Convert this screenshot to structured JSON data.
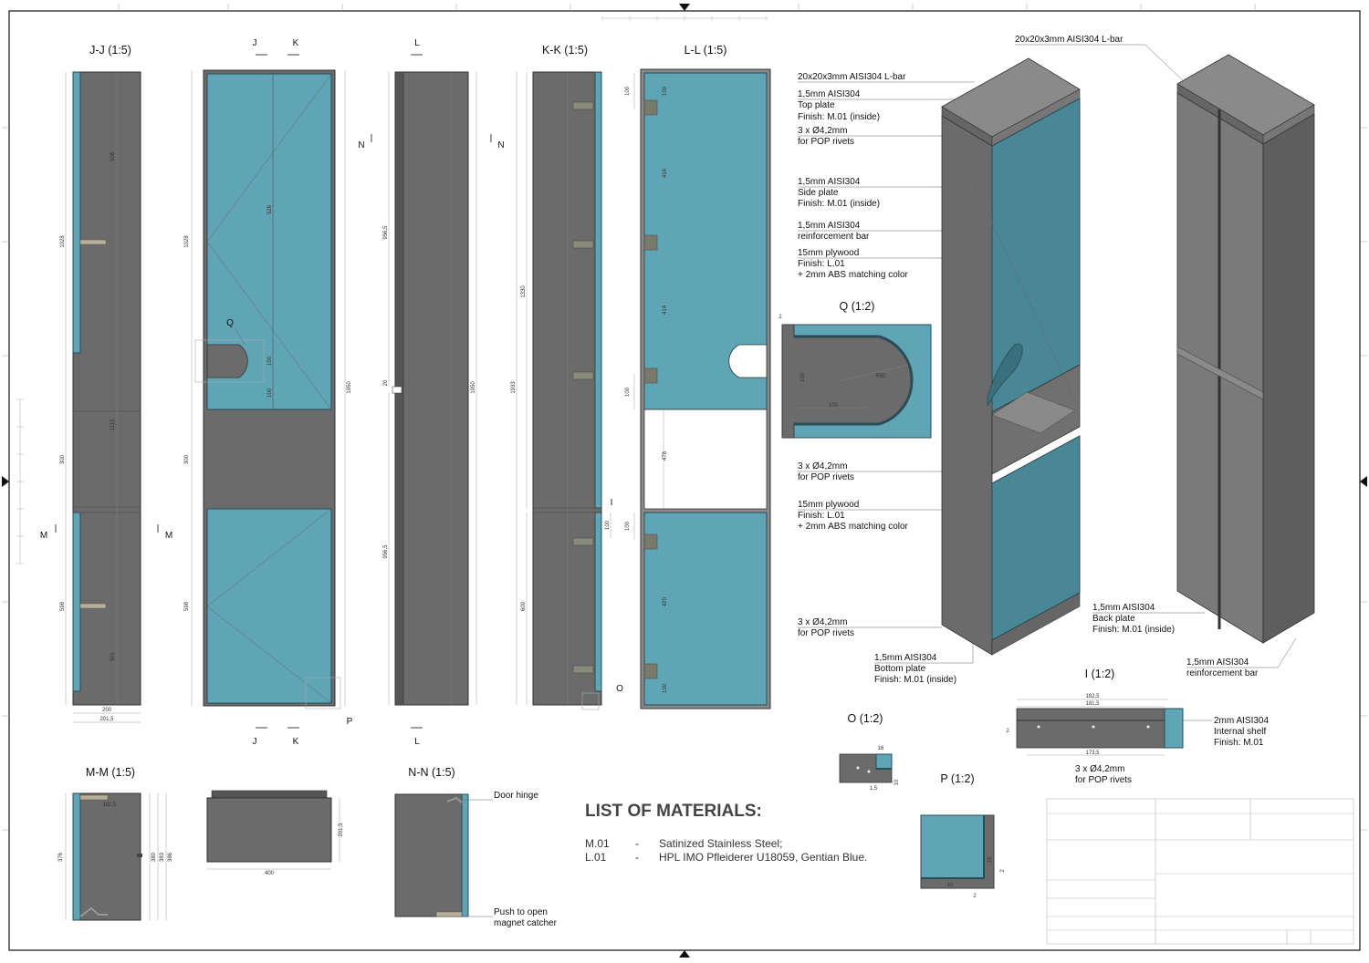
{
  "views": {
    "jj": "J-J (1:5)",
    "ll": "L-L (1:5)",
    "kk": "K-K (1:5)",
    "q": "Q (1:2)",
    "i": "I (1:2)",
    "o": "O (1:2)",
    "p": "P (1:2)",
    "mm": "M-M (1:5)",
    "nn": "N-N (1:5)"
  },
  "section_marks": {
    "j": "J",
    "k": "K",
    "l": "L",
    "n": "N",
    "m": "M",
    "q": "Q",
    "p": "P",
    "i": "I",
    "o": "O"
  },
  "dims": {
    "jj_1028": "1028",
    "jj_300": "300",
    "jj_598": "598",
    "jj_200": "200",
    "jj_2015": "201,5",
    "jj_508": "508",
    "jj_1113": "1113",
    "jj_501": "501",
    "front_1028": "1028",
    "front_300": "300",
    "front_598": "598",
    "front_1950": "1950",
    "front_526": "526",
    "front_100a": "100",
    "front_100b": "100",
    "side_9565a": "956,5",
    "side_9565b": "956,5",
    "side_20": "20",
    "side_1950": "1950",
    "kk_1330": "1330",
    "kk_1933": "1933",
    "kk_600": "600",
    "kk_100": "100",
    "ll_100a": "100",
    "ll_100b": "100",
    "ll_100c": "100",
    "ll_478": "478",
    "ll_100d": "100",
    "ll_414a": "414",
    "ll_414b": "414",
    "ll_420": "420",
    "ll_100e": "100",
    "q_2": "2",
    "q_100a": "100",
    "q_100b": "100",
    "q_r50": "R50",
    "i_1825": "182,5",
    "i_1815": "181,5",
    "i_1735": "173,5",
    "i_2": "2",
    "o_16": "16",
    "o_15": "1,5",
    "o_10": "10",
    "p_10a": "10",
    "p_10b": "10",
    "p_2a": "2",
    "p_2b": "2",
    "mm_376": "376",
    "mm_380": "380",
    "mm_383": "383",
    "mm_386": "386",
    "mm_1825": "182,5",
    "plan_2015": "201,5",
    "plan_400": "400"
  },
  "callouts": {
    "lbar_top": "20x20x3mm AISI304 L-bar",
    "lbar_right": "20x20x3mm AISI304 L-bar",
    "top_plate": [
      "1,5mm AISI304",
      "Top plate",
      "Finish: M.01 (inside)"
    ],
    "rivets_1": [
      "3 x Ø4,2mm",
      "for POP rivets"
    ],
    "side_plate": [
      "1,5mm AISI304",
      "Side plate",
      "Finish: M.01 (inside)"
    ],
    "reinf_bar": [
      "1,5mm AISI304",
      "reinforcement bar"
    ],
    "plywood_1": [
      "15mm plywood",
      "Finish: L.01",
      "+ 2mm ABS matching color"
    ],
    "rivets_2": [
      "3 x Ø4,2mm",
      "for POP rivets"
    ],
    "plywood_2": [
      "15mm plywood",
      "Finish: L.01",
      "+ 2mm ABS matching color"
    ],
    "rivets_3": [
      "3 x Ø4,2mm",
      "for POP rivets"
    ],
    "bottom_plate": [
      "1,5mm AISI304",
      "Bottom plate",
      "Finish: M.01 (inside)"
    ],
    "back_plate": [
      "1,5mm AISI304",
      "Back plate",
      "Finish: M.01 (inside)"
    ],
    "reinf_bar_r": [
      "1,5mm AISI304",
      "reinforcement bar"
    ],
    "internal_shelf": [
      "2mm AISI304",
      "Internal shelf",
      "Finish: M.01"
    ],
    "rivets_i": [
      "3 x Ø4,2mm",
      "for POP rivets"
    ],
    "door_hinge": "Door hinge",
    "push_open": [
      "Push to open",
      "magnet catcher"
    ]
  },
  "materials": {
    "title": "LIST OF MATERIALS:",
    "items": [
      {
        "code": "M.01",
        "dash": "-",
        "desc": "Satinized Stainless Steel;"
      },
      {
        "code": "L.01",
        "dash": "-",
        "desc": "HPL IMO Pfleiderer U18059, Gentian Blue."
      }
    ]
  },
  "colors": {
    "teal": "#5fa5b5",
    "steel": "#6b6b6b",
    "frame": "#111111"
  }
}
